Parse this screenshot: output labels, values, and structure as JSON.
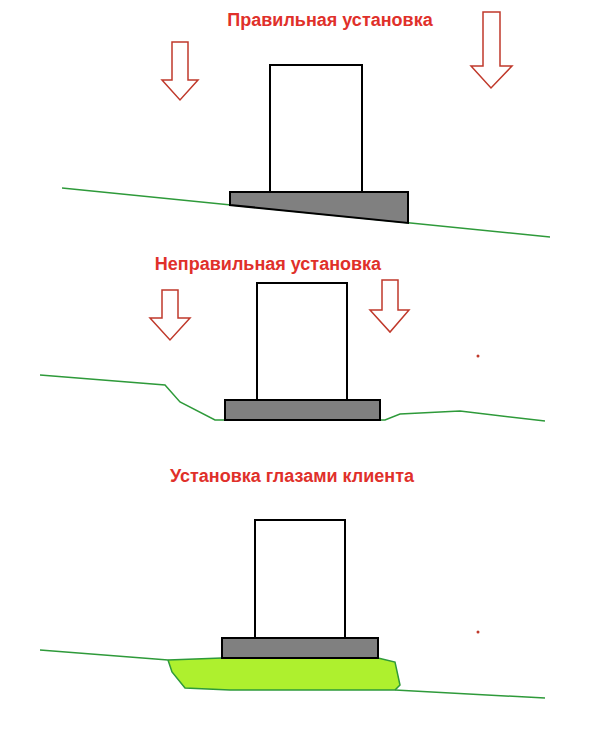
{
  "diagram": {
    "labels": [
      "Правильная установка",
      "Неправильная установка",
      "Установка глазами клиента"
    ]
  }
}
